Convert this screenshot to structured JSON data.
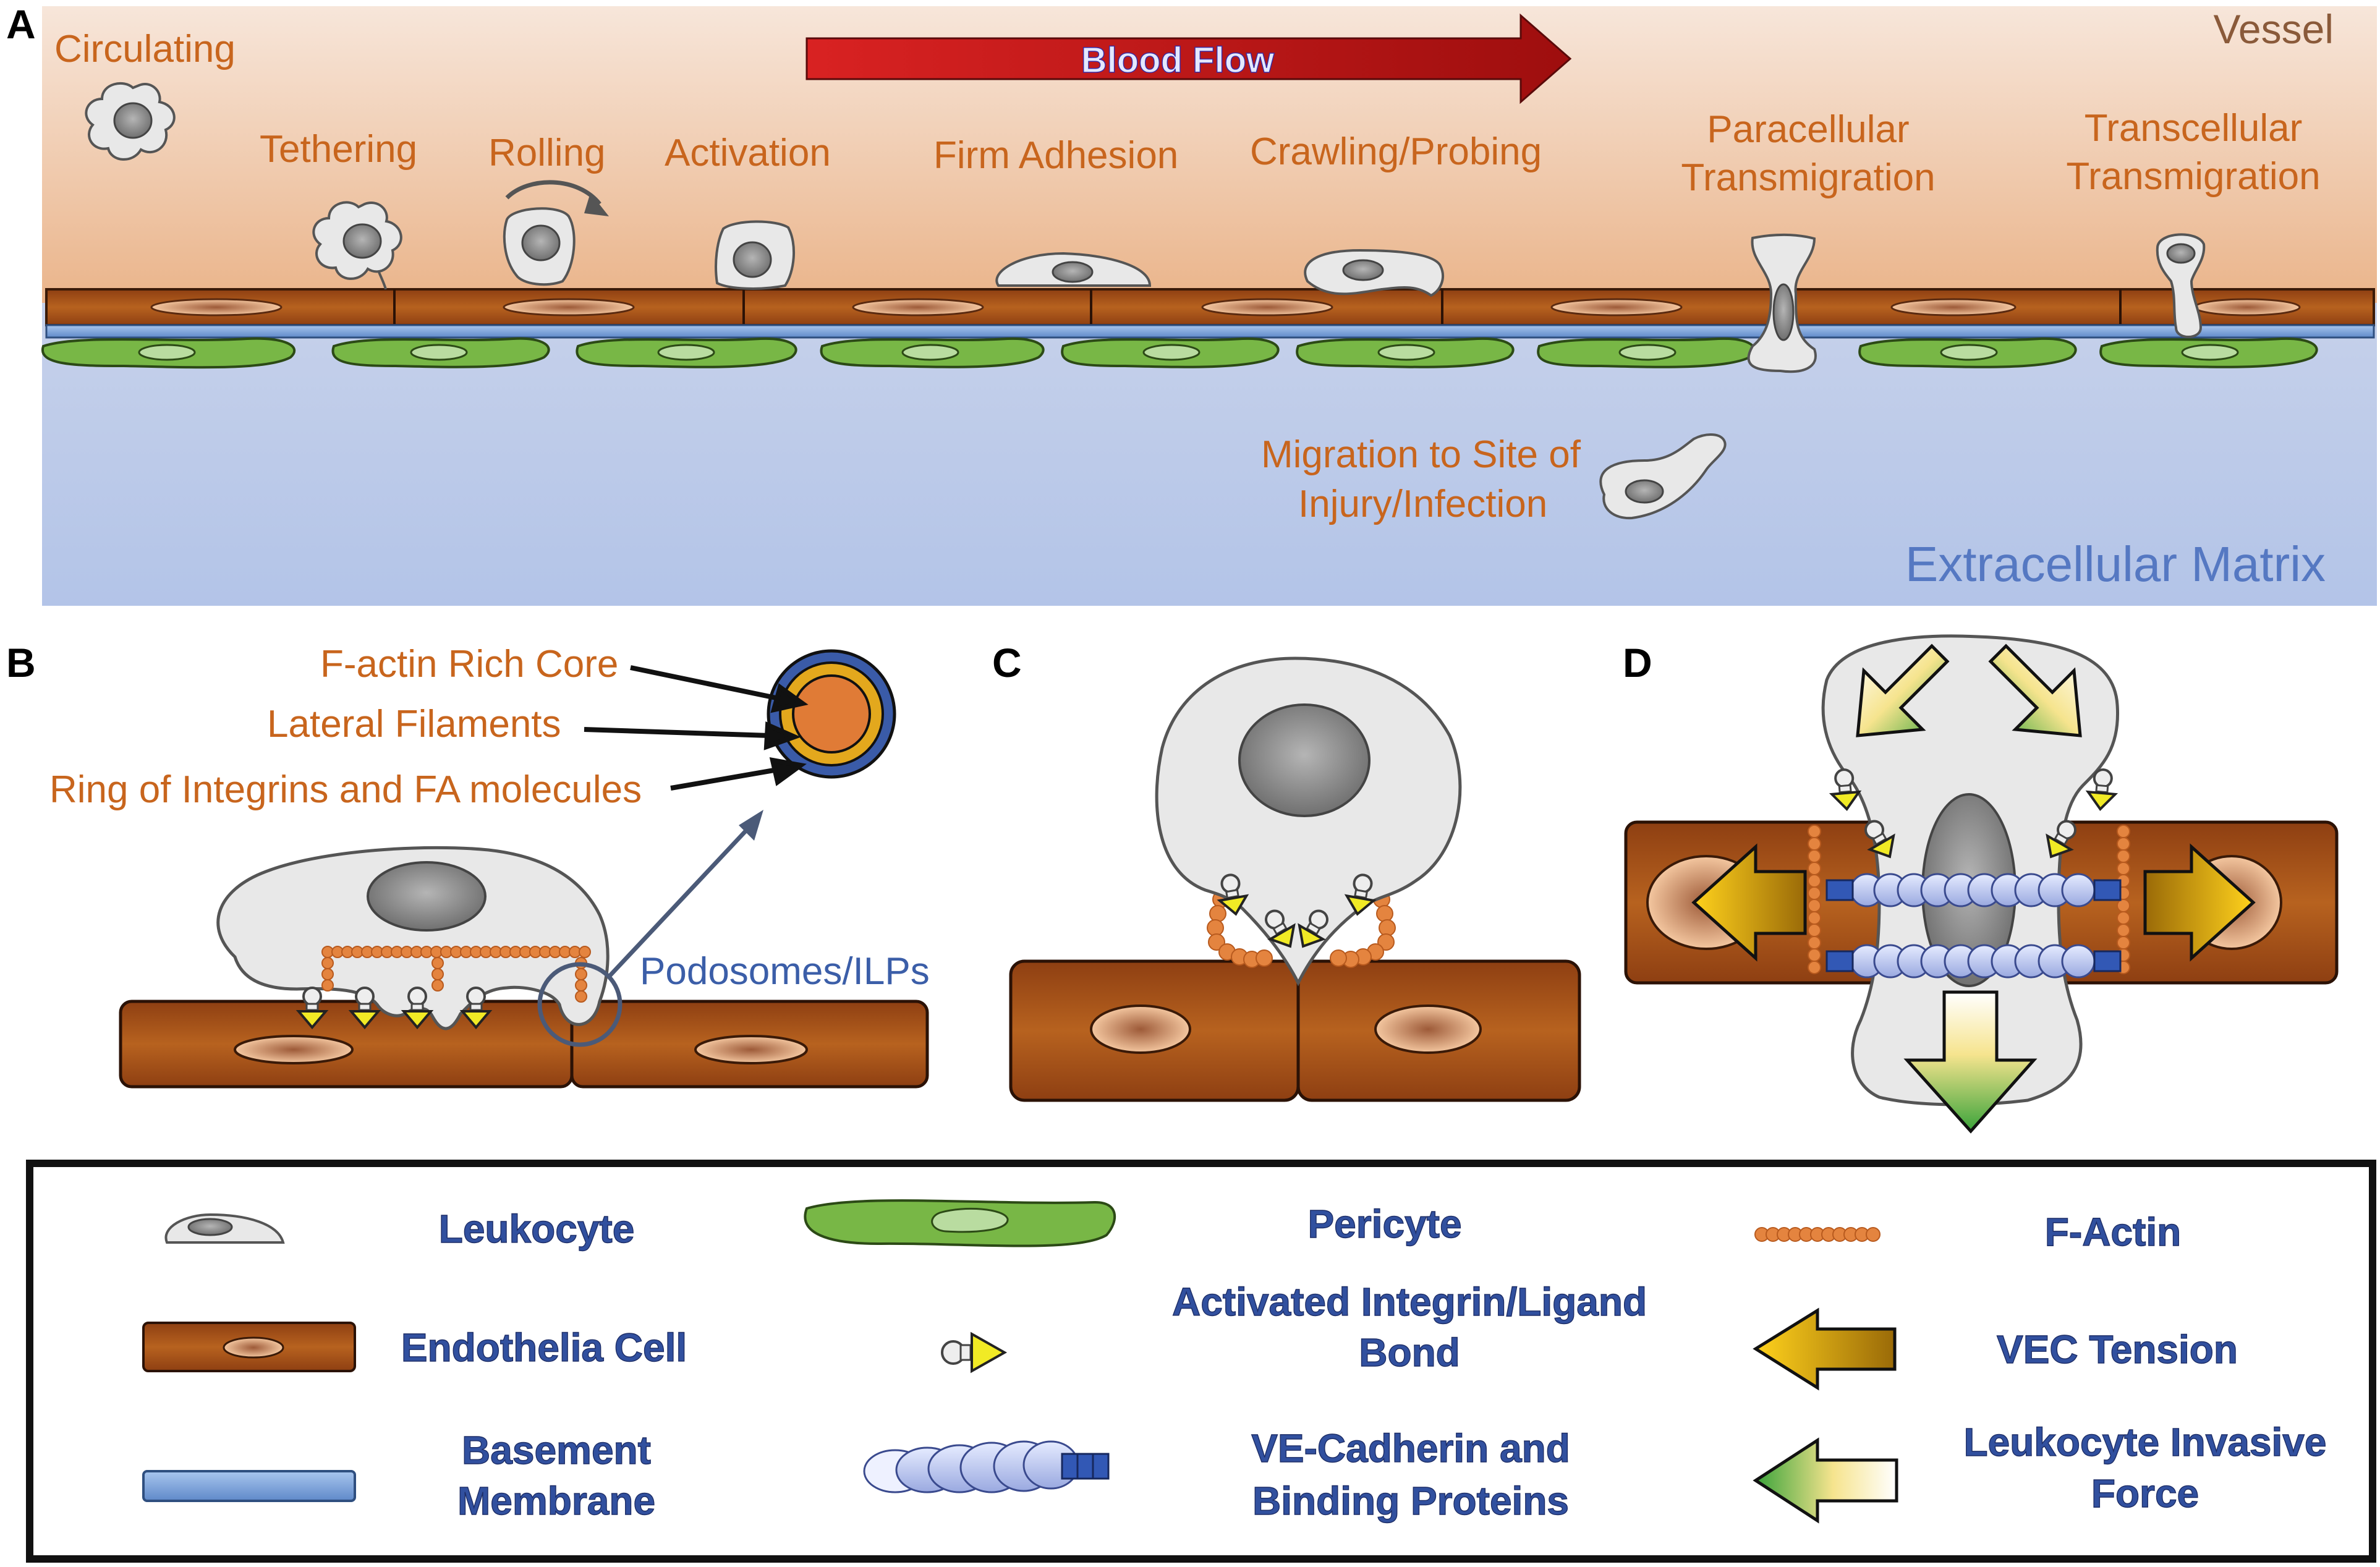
{
  "panel_a": {
    "panel_letter": "A",
    "vessel_label": "Vessel",
    "ecm_label": "Extracellular Matrix",
    "blood_flow_label": "Blood Flow",
    "steps": {
      "circulating": "Circulating",
      "tethering": "Tethering",
      "rolling": "Rolling",
      "activation": "Activation",
      "firm_adhesion": "Firm Adhesion",
      "crawling": "Crawling/Probing",
      "paracellular_1": "Paracellular",
      "paracellular_2": "Transmigration",
      "transcellular_1": "Transcellular",
      "transcellular_2": "Transmigration",
      "migration_1": "Migration to Site of",
      "migration_2": "Injury/Infection"
    }
  },
  "panel_b": {
    "panel_letter": "B",
    "core_label": "F-actin Rich Core",
    "lateral_label": "Lateral Filaments",
    "ring_label": "Ring of Integrins and FA molecules",
    "podosome_label": "Podosomes/ILPs"
  },
  "panel_c": {
    "panel_letter": "C"
  },
  "panel_d": {
    "panel_letter": "D"
  },
  "legend": {
    "leukocyte": "Leukocyte",
    "pericyte": "Pericyte",
    "f_actin": "F-Actin",
    "endothelial": "Endothelia Cell",
    "integrin_1": "Activated Integrin/Ligand",
    "integrin_2": "Bond",
    "vec_tension": "VEC Tension",
    "basement_1": "Basement",
    "basement_2": "Membrane",
    "vecad_1": "VE-Cadherin and",
    "vecad_2": "Binding Proteins",
    "invasive_1": "Leukocyte Invasive",
    "invasive_2": "Force"
  },
  "colors": {
    "vessel_top": "#f3dccd",
    "vessel_bottom": "#eab98f",
    "ecm_top": "#c9d4ea",
    "ecm_bottom": "#b7c7e8",
    "endothelium": "#b35a1f",
    "basement": "#7ea6dc",
    "pericyte": "#78b746",
    "leukocyte": "#e8e8e8",
    "blood_flow": "#c81a1a",
    "orange_text": "#c8651d",
    "blue_text": "#3b5ea8"
  }
}
